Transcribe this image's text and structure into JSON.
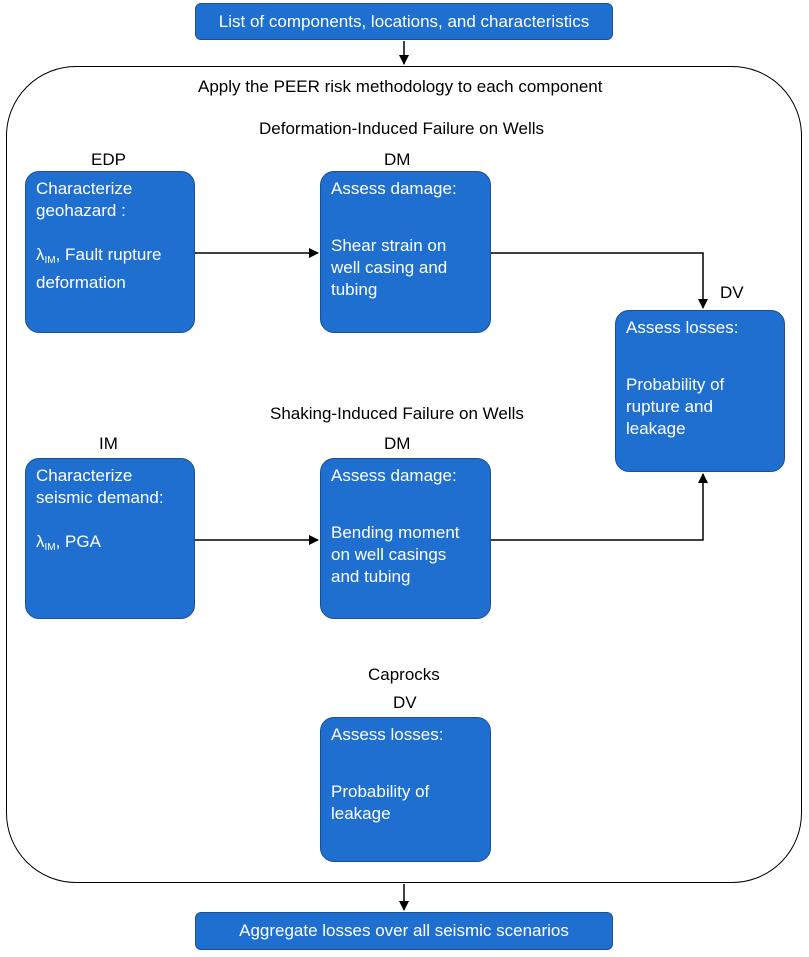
{
  "top_box": "List of components, locations, and characteristics",
  "bottom_box": "Aggregate losses over all seismic scenarios",
  "main_heading": "Apply the PEER risk methodology to each component",
  "sections": {
    "deformation": "Deformation-Induced Failure on Wells",
    "shaking": "Shaking-Induced Failure on Wells",
    "caprocks": "Caprocks"
  },
  "labels": {
    "edp": "EDP",
    "dm1": "DM",
    "dv_right": "DV",
    "im": "IM",
    "dm2": "DM",
    "dv_caprock": "DV"
  },
  "boxes": {
    "geohazard": {
      "line1": "Characterize",
      "line2": "geohazard :",
      "lambda": "λ",
      "sub": "IM",
      "line3_rest": ", Fault rupture",
      "line4": "deformation"
    },
    "damage1": {
      "line1": "Assess damage:",
      "line2": "Shear strain on",
      "line3": "well casing and",
      "line4": "tubing"
    },
    "losses_right": {
      "line1": "Assess losses:",
      "line2": "Probability of",
      "line3": "rupture and",
      "line4": "leakage"
    },
    "seismic": {
      "line1": "Characterize",
      "line2": "seismic demand:",
      "lambda": "λ",
      "sub": "IM",
      "line3_rest": ", PGA"
    },
    "damage2": {
      "line1": "Assess damage:",
      "line2": "Bending moment",
      "line3": "on well casings",
      "line4": "and tubing"
    },
    "losses_caprock": {
      "line1": "Assess losses:",
      "line2": "Probability of",
      "line3": "leakage"
    }
  },
  "colors": {
    "box_fill": "#1f6fd0",
    "box_border": "#1d4f8f",
    "text_on_box": "#ffffff"
  }
}
